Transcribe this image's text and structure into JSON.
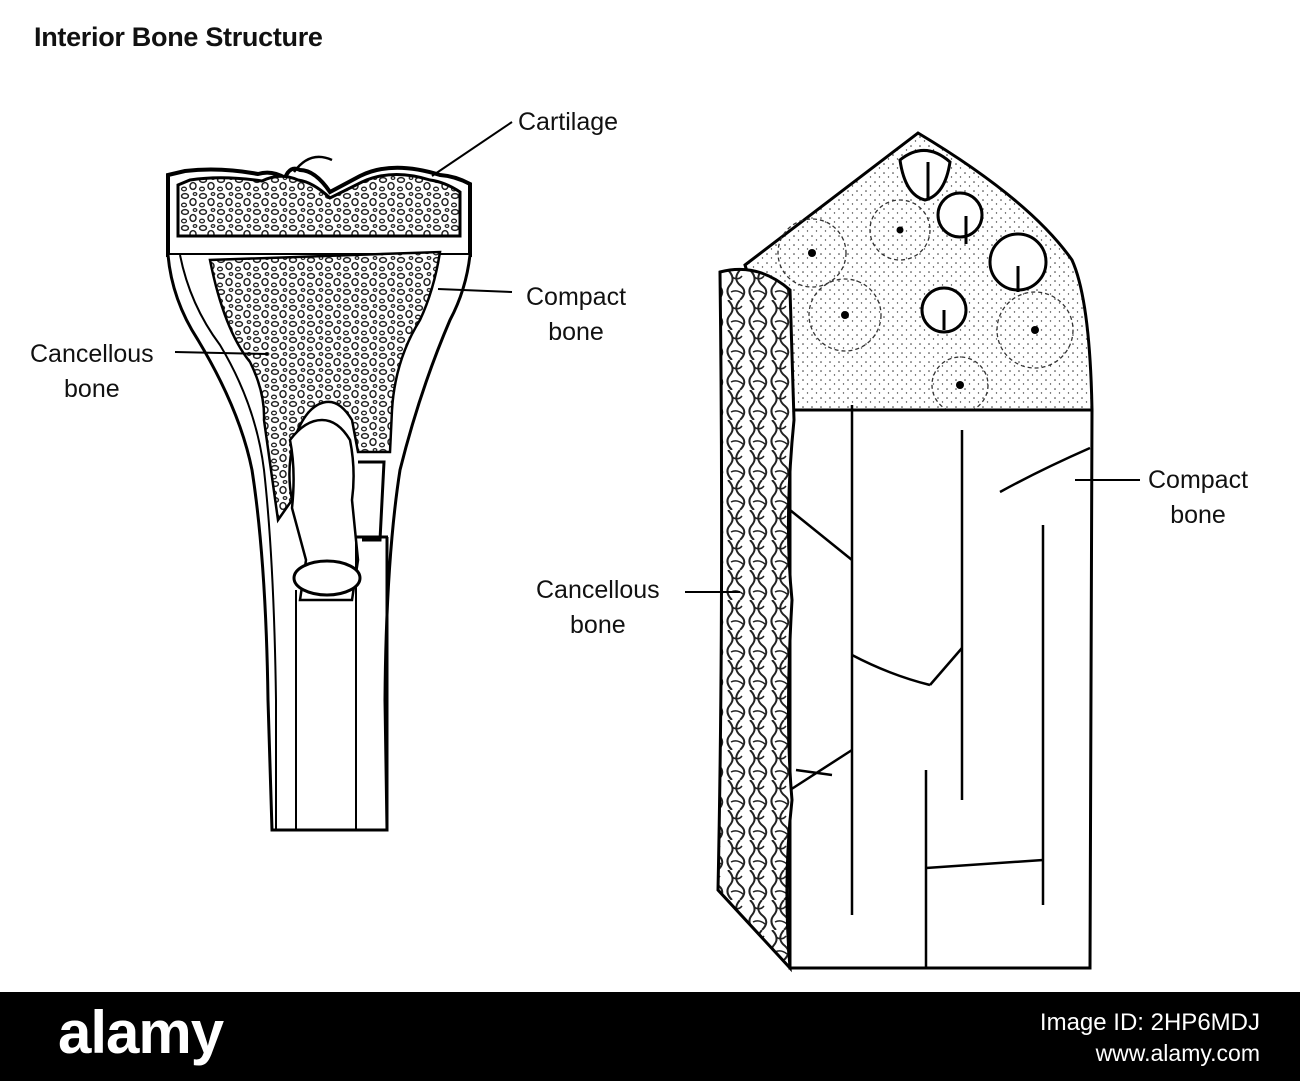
{
  "title": "Interior Bone Structure",
  "labels": {
    "cartilage": "Cartilage",
    "compact_left": [
      "Compact",
      "bone"
    ],
    "cancellous_left": [
      "Cancellous",
      "bone"
    ],
    "compact_right": [
      "Compact",
      "bone"
    ],
    "cancellous_right": [
      "Cancellous",
      "bone"
    ]
  },
  "footer": {
    "brand": "alamy",
    "image_id": "Image ID: 2HP6MDJ",
    "site": "www.alamy.com"
  },
  "colors": {
    "ink": "#111111",
    "paper": "#ffffff",
    "footer": "#000000"
  }
}
